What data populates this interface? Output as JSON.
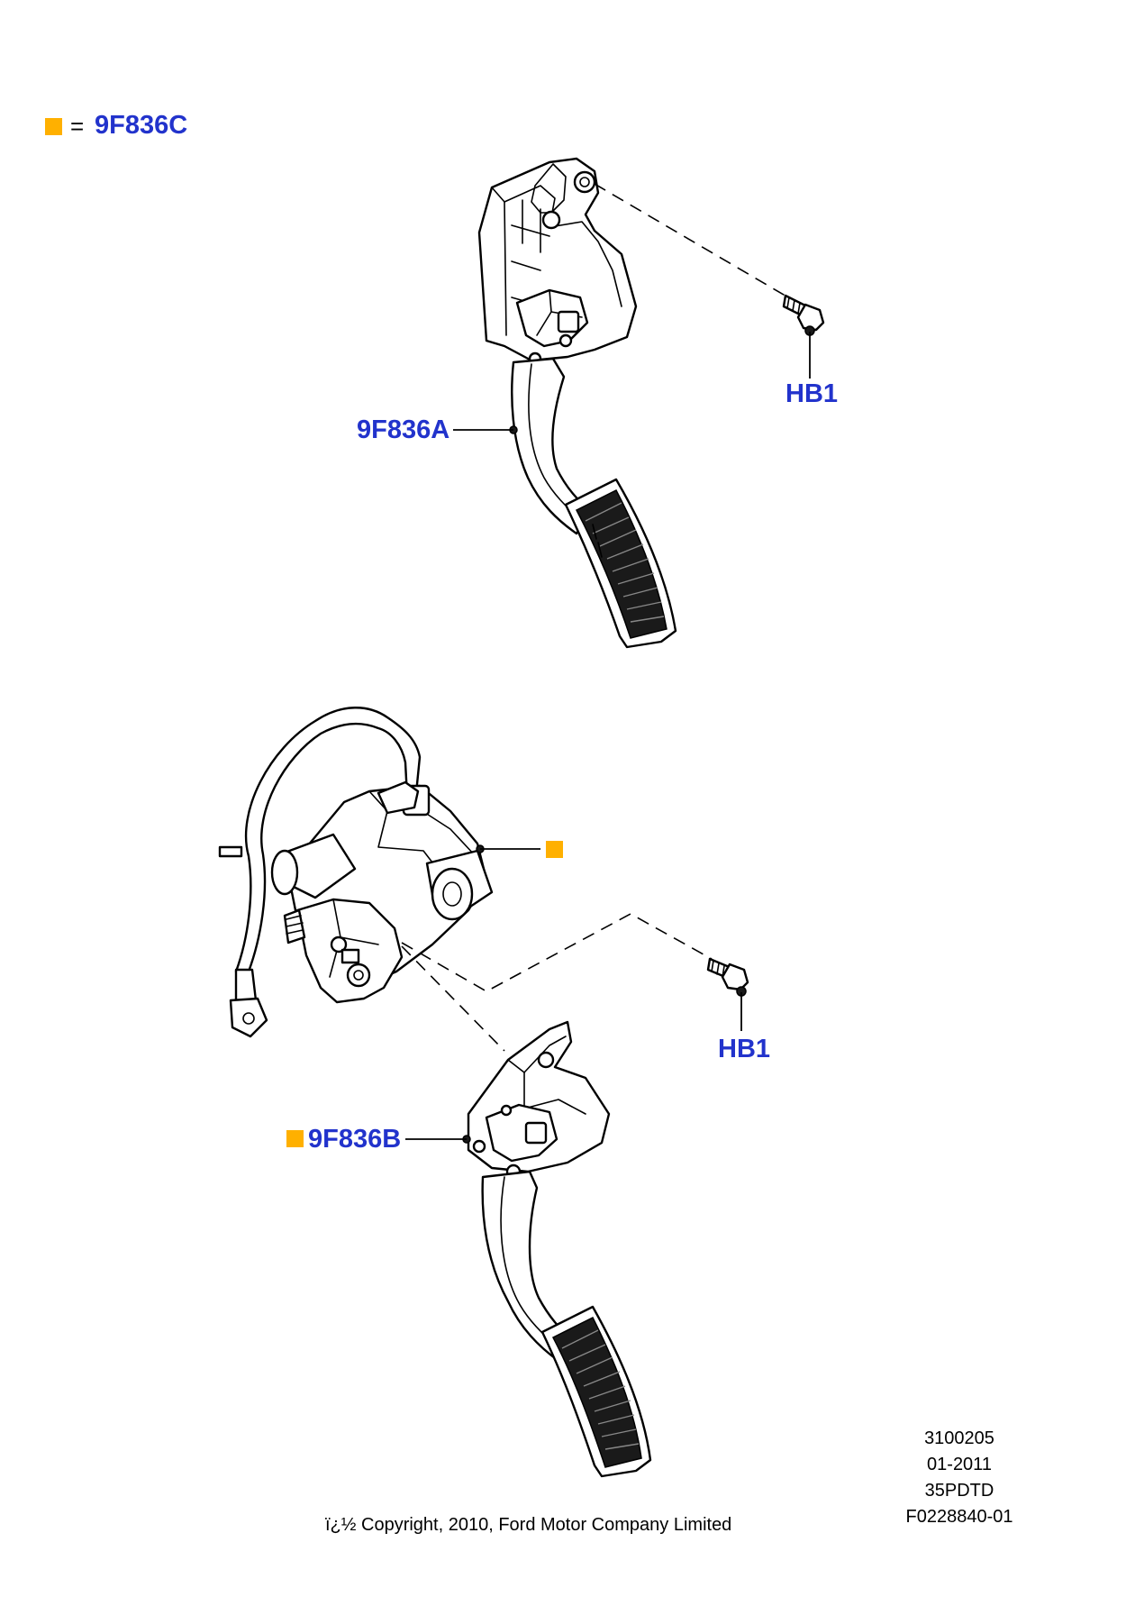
{
  "legend": {
    "marker_color": "#ffb000",
    "equals": "=",
    "part": "9F836C"
  },
  "callouts": {
    "top_bolt": "HB1",
    "top_pedal": "9F836A",
    "lower_bolt": "HB1",
    "lower_pedal": "9F836B"
  },
  "colors": {
    "callout_text": "#2233cc",
    "marker": "#ffb000",
    "line": "#000000"
  },
  "footer": {
    "copyright": "ï¿½ Copyright, 2010, Ford Motor Company Limited",
    "stamp": [
      "3100205",
      "01-2011",
      "35PDTD",
      "F0228840-01"
    ]
  }
}
